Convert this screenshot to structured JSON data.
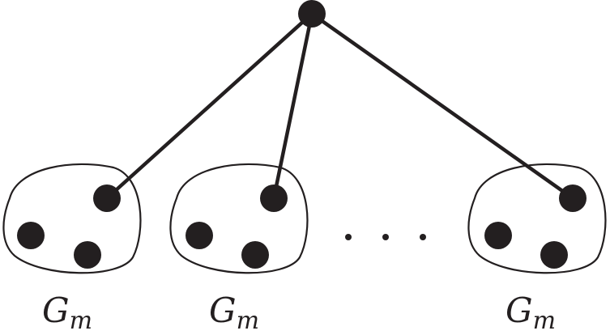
{
  "diagram": {
    "root_node": "root",
    "groups": [
      {
        "id": "group-1",
        "label_main": "G",
        "label_sub": "m"
      },
      {
        "id": "group-2",
        "label_main": "G",
        "label_sub": "m"
      },
      {
        "id": "group-3",
        "label_main": "G",
        "label_sub": "m"
      }
    ],
    "ellipsis": "…",
    "edges": [
      {
        "from": "root",
        "to": "group-1"
      },
      {
        "from": "root",
        "to": "group-2"
      },
      {
        "from": "root",
        "to": "group-3"
      }
    ],
    "colors": {
      "ink": "#231f20",
      "background": "#ffffff"
    }
  }
}
